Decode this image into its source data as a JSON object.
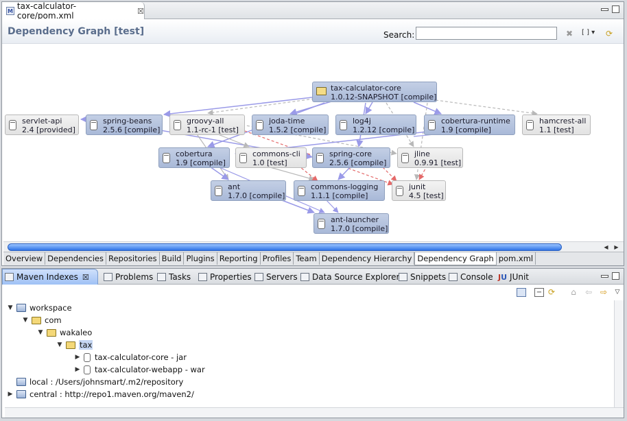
{
  "editor": {
    "tab_title": "tax-calculator-core/pom.xml",
    "tab_close": "☒",
    "graph_title": "Dependency Graph [test]",
    "search_label": "Search:",
    "search_value": "",
    "layout_menu": "[ ] ▾",
    "nodes": {
      "root": {
        "name": "tax-calculator-core",
        "info": "1.0.12-SNAPSHOT [compile]"
      },
      "servlet_api": {
        "name": "servlet-api",
        "info": "2.4 [provided]"
      },
      "spring_beans": {
        "name": "spring-beans",
        "info": "2.5.6 [compile]"
      },
      "groovy_all": {
        "name": "groovy-all",
        "info": "1.1-rc-1 [test]"
      },
      "joda_time": {
        "name": "joda-time",
        "info": "1.5.2 [compile]"
      },
      "log4j": {
        "name": "log4j",
        "info": "1.2.12 [compile]"
      },
      "cobertura_runtime": {
        "name": "cobertura-runtime",
        "info": "1.9 [compile]"
      },
      "hamcrest_all": {
        "name": "hamcrest-all",
        "info": "1.1 [test]"
      },
      "cobertura": {
        "name": "cobertura",
        "info": "1.9 [compile]"
      },
      "commons_cli": {
        "name": "commons-cli",
        "info": "1.0 [test]"
      },
      "spring_core": {
        "name": "spring-core",
        "info": "2.5.6 [compile]"
      },
      "jline": {
        "name": "jline",
        "info": "0.9.91 [test]"
      },
      "ant": {
        "name": "ant",
        "info": "1.7.0 [compile]"
      },
      "commons_logging": {
        "name": "commons-logging",
        "info": "1.1.1 [compile]"
      },
      "junit": {
        "name": "junit",
        "info": "4.5 [test]"
      },
      "ant_launcher": {
        "name": "ant-launcher",
        "info": "1.7.0 [compile]"
      }
    },
    "page_tabs": [
      "Overview",
      "Dependencies",
      "Repositories",
      "Build",
      "Plugins",
      "Reporting",
      "Profiles",
      "Team",
      "Dependency Hierarchy",
      "Dependency Graph",
      "pom.xml"
    ],
    "active_page_tab": "Dependency Graph"
  },
  "bottom": {
    "tabs": [
      {
        "label": "Maven Indexes",
        "icon": "maven-indexes-icon"
      },
      {
        "label": "Problems",
        "icon": "problems-icon"
      },
      {
        "label": "Tasks",
        "icon": "tasks-icon"
      },
      {
        "label": "Properties",
        "icon": "properties-icon"
      },
      {
        "label": "Servers",
        "icon": "servers-icon"
      },
      {
        "label": "Data Source Explorer",
        "icon": "data-source-icon"
      },
      {
        "label": "Snippets",
        "icon": "snippets-icon"
      },
      {
        "label": "Console",
        "icon": "console-icon"
      },
      {
        "label": "JUnit",
        "icon": "junit-icon"
      }
    ],
    "active_tab": "Maven Indexes",
    "tree": [
      {
        "label": "workspace",
        "type": "repository",
        "expanded": true,
        "depth": 0
      },
      {
        "label": "com",
        "type": "folder",
        "expanded": true,
        "depth": 1
      },
      {
        "label": "wakaleo",
        "type": "folder",
        "expanded": true,
        "depth": 2
      },
      {
        "label": "tax",
        "type": "folder",
        "expanded": true,
        "depth": 3,
        "selected": true
      },
      {
        "label": "tax-calculator-core - jar",
        "type": "artifact",
        "expanded": false,
        "depth": 4
      },
      {
        "label": "tax-calculator-webapp - war",
        "type": "artifact",
        "expanded": false,
        "depth": 4
      },
      {
        "label": "local : /Users/johnsmart/.m2/repository",
        "type": "repository",
        "expanded": null,
        "depth": 0
      },
      {
        "label": "central : http://repo1.maven.org/maven2/",
        "type": "repository",
        "expanded": false,
        "depth": 0
      }
    ]
  },
  "colors": {
    "compile_node": "#b3c2de",
    "test_node": "#e8e8e8",
    "edge_compile": "#9a9ae8",
    "edge_test": "#b8b8b8",
    "edge_conflict": "#e46a6a",
    "scroll_thumb": "#3b7de8"
  }
}
